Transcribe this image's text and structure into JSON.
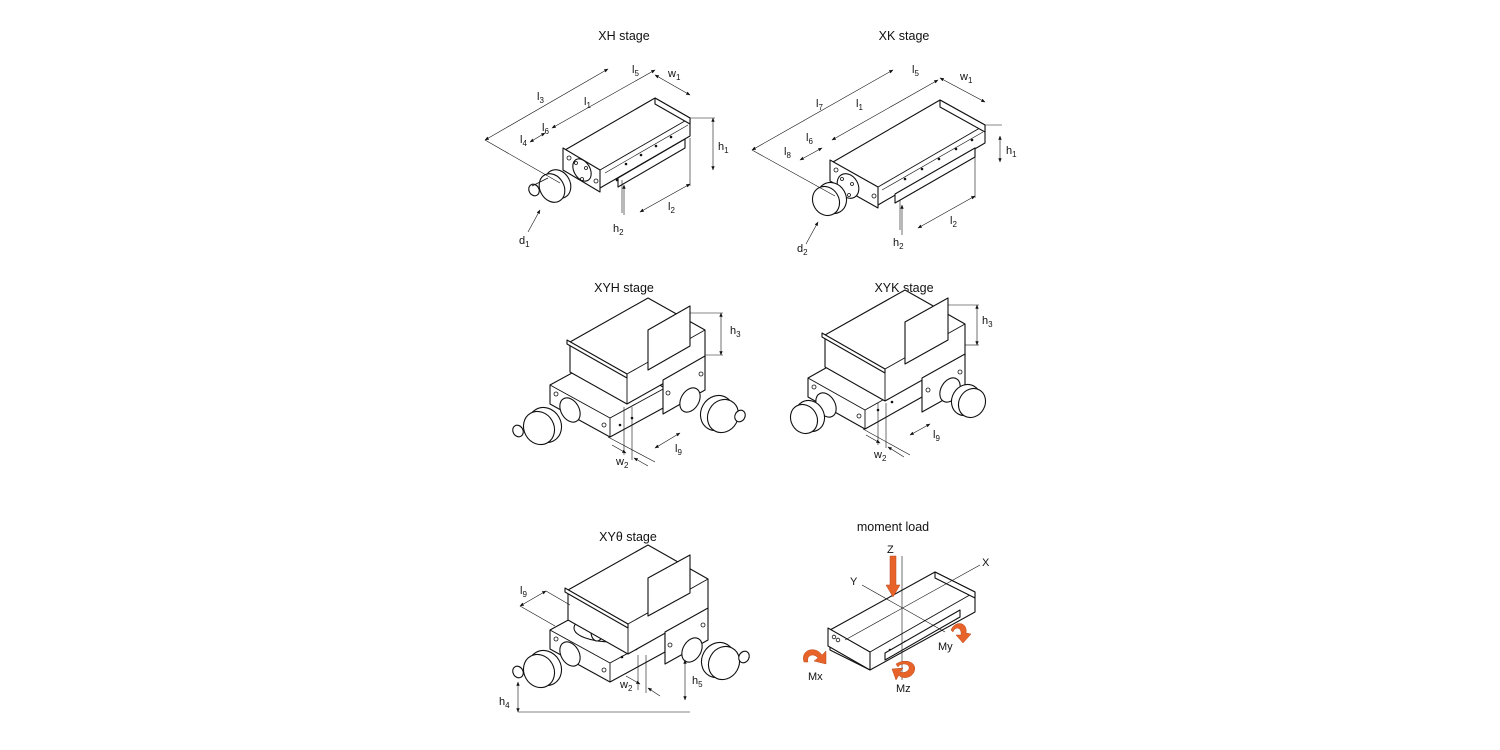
{
  "panels": {
    "xh": {
      "title": "XH stage",
      "labels": {
        "l3": "l",
        "l3s": "3",
        "l5": "l",
        "l5s": "5",
        "w1": "w",
        "w1s": "1",
        "l1": "l",
        "l1s": "1",
        "l6": "l",
        "l6s": "6",
        "l4": "l",
        "l4s": "4",
        "h1": "h",
        "h1s": "1",
        "l2": "l",
        "l2s": "2",
        "h2": "h",
        "h2s": "2",
        "d1": "d",
        "d1s": "1"
      }
    },
    "xk": {
      "title": "XK stage",
      "labels": {
        "l7": "l",
        "l7s": "7",
        "l5": "l",
        "l5s": "5",
        "w1": "w",
        "w1s": "1",
        "l1": "l",
        "l1s": "1",
        "l6": "l",
        "l6s": "6",
        "l8": "l",
        "l8s": "8",
        "h1": "h",
        "h1s": "1",
        "l2": "l",
        "l2s": "2",
        "h2": "h",
        "h2s": "2",
        "d2": "d",
        "d2s": "2"
      }
    },
    "xyh": {
      "title": "XYH stage",
      "labels": {
        "h3": "h",
        "h3s": "3",
        "l9": "l",
        "l9s": "9",
        "w2": "w",
        "w2s": "2"
      }
    },
    "xyk": {
      "title": "XYK stage",
      "labels": {
        "h3": "h",
        "h3s": "3",
        "l9": "l",
        "l9s": "9",
        "w2": "w",
        "w2s": "2"
      }
    },
    "xytheta": {
      "title": "XYθ stage",
      "labels": {
        "l9": "l",
        "l9s": "9",
        "w2": "w",
        "w2s": "2",
        "h5": "h",
        "h5s": "5",
        "h4": "h",
        "h4s": "4"
      }
    },
    "moment": {
      "title": "moment load",
      "axes": {
        "z": "Z",
        "y": "Y",
        "x": "X"
      },
      "moments": {
        "mx": "Mx",
        "my": "My",
        "mz": "Mz"
      },
      "arrow_color": "#e8632a"
    }
  }
}
